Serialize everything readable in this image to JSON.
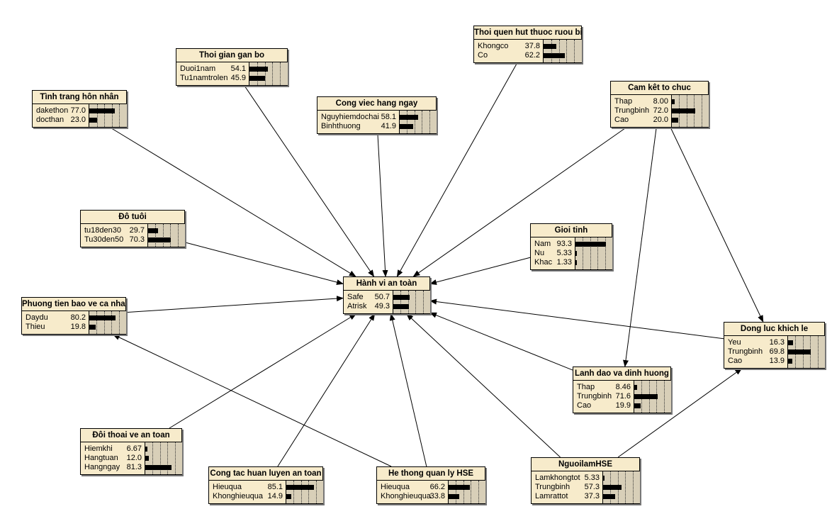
{
  "nodes": {
    "tinh_trang_hon_nhan": {
      "title": "Tình trang hôn nhân",
      "states": [
        {
          "name": "dakethon",
          "value": "77.0",
          "pct": 77.0
        },
        {
          "name": "docthan",
          "value": "23.0",
          "pct": 23.0
        }
      ]
    },
    "thoi_gian_gan_bo": {
      "title": "Thoi gian gan bo",
      "states": [
        {
          "name": "Duoi1nam",
          "value": "54.1",
          "pct": 54.1
        },
        {
          "name": "Tu1namtrolen",
          "value": "45.9",
          "pct": 45.9
        }
      ]
    },
    "cong_viec_hang_ngay": {
      "title": "Cong viec hang ngay",
      "states": [
        {
          "name": "Nguyhiemdochai",
          "value": "58.1",
          "pct": 58.1
        },
        {
          "name": "Binhthuong",
          "value": "41.9",
          "pct": 41.9
        }
      ]
    },
    "thoi_quen_hut_thuoc": {
      "title": "Thoi quen hut thuoc ruou bia",
      "states": [
        {
          "name": "Khongco",
          "value": "37.8",
          "pct": 37.8
        },
        {
          "name": "Co",
          "value": "62.2",
          "pct": 62.2
        }
      ]
    },
    "cam_ket_to_chuc": {
      "title": "Cam kêt to chuc",
      "states": [
        {
          "name": "Thap",
          "value": "8.00",
          "pct": 8.0
        },
        {
          "name": "Trungbinh",
          "value": "72.0",
          "pct": 72.0
        },
        {
          "name": "Cao",
          "value": "20.0",
          "pct": 20.0
        }
      ]
    },
    "do_tuoi": {
      "title": "Đô tuôi",
      "states": [
        {
          "name": "tu18den30",
          "value": "29.7",
          "pct": 29.7
        },
        {
          "name": "Tu30den50",
          "value": "70.3",
          "pct": 70.3
        }
      ]
    },
    "gioi_tinh": {
      "title": "Gioi tinh",
      "states": [
        {
          "name": "Nam",
          "value": "93.3",
          "pct": 93.3
        },
        {
          "name": "Nu",
          "value": "5.33",
          "pct": 5.33
        },
        {
          "name": "Khac",
          "value": "1.33",
          "pct": 1.33
        }
      ]
    },
    "hanh_vi_an_toan": {
      "title": "Hành vi an toàn",
      "states": [
        {
          "name": "Safe",
          "value": "50.7",
          "pct": 50.7
        },
        {
          "name": "Atrisk",
          "value": "49.3",
          "pct": 49.3
        }
      ]
    },
    "phuong_tien_bao_ve": {
      "title": "Phuong tien bao ve ca nhan",
      "states": [
        {
          "name": "Daydu",
          "value": "80.2",
          "pct": 80.2
        },
        {
          "name": "Thieu",
          "value": "19.8",
          "pct": 19.8
        }
      ]
    },
    "dong_luc_khich_le": {
      "title": "Dong luc khich le",
      "states": [
        {
          "name": "Yeu",
          "value": "16.3",
          "pct": 16.3
        },
        {
          "name": "Trungbinh",
          "value": "69.8",
          "pct": 69.8
        },
        {
          "name": "Cao",
          "value": "13.9",
          "pct": 13.9
        }
      ]
    },
    "lanh_dao_dinh_huong": {
      "title": "Lanh dao va dinh huong",
      "states": [
        {
          "name": "Thap",
          "value": "8.46",
          "pct": 8.46
        },
        {
          "name": "Trungbinh",
          "value": "71.6",
          "pct": 71.6
        },
        {
          "name": "Cao",
          "value": "19.9",
          "pct": 19.9
        }
      ]
    },
    "doi_thoai_an_toan": {
      "title": "Đôi thoai ve an toan",
      "states": [
        {
          "name": "Hiemkhi",
          "value": "6.67",
          "pct": 6.67
        },
        {
          "name": "Hangtuan",
          "value": "12.0",
          "pct": 12.0
        },
        {
          "name": "Hangngay",
          "value": "81.3",
          "pct": 81.3
        }
      ]
    },
    "cong_tac_huan_luyen": {
      "title": "Cong tac huan luyen an toan",
      "states": [
        {
          "name": "Hieuqua",
          "value": "85.1",
          "pct": 85.1
        },
        {
          "name": "Khonghieuqua",
          "value": "14.9",
          "pct": 14.9
        }
      ]
    },
    "he_thong_quan_ly_hse": {
      "title": "He thong quan ly HSE",
      "states": [
        {
          "name": "Hieuqua",
          "value": "66.2",
          "pct": 66.2
        },
        {
          "name": "Khonghieuqua",
          "value": "33.8",
          "pct": 33.8
        }
      ]
    },
    "nguoi_lam_hse": {
      "title": "NguoilamHSE",
      "states": [
        {
          "name": "Lamkhongtot",
          "value": "5.33",
          "pct": 5.33
        },
        {
          "name": "Trungbinh",
          "value": "57.3",
          "pct": 57.3
        },
        {
          "name": "Lamrattot",
          "value": "37.3",
          "pct": 37.3
        }
      ]
    }
  },
  "edges": [
    {
      "from": "tinh_trang_hon_nhan",
      "to": "hanh_vi_an_toan"
    },
    {
      "from": "thoi_gian_gan_bo",
      "to": "hanh_vi_an_toan"
    },
    {
      "from": "cong_viec_hang_ngay",
      "to": "hanh_vi_an_toan"
    },
    {
      "from": "thoi_quen_hut_thuoc",
      "to": "hanh_vi_an_toan"
    },
    {
      "from": "cam_ket_to_chuc",
      "to": "hanh_vi_an_toan"
    },
    {
      "from": "cam_ket_to_chuc",
      "to": "lanh_dao_dinh_huong"
    },
    {
      "from": "cam_ket_to_chuc",
      "to": "dong_luc_khich_le"
    },
    {
      "from": "do_tuoi",
      "to": "hanh_vi_an_toan"
    },
    {
      "from": "gioi_tinh",
      "to": "hanh_vi_an_toan"
    },
    {
      "from": "phuong_tien_bao_ve",
      "to": "hanh_vi_an_toan"
    },
    {
      "from": "dong_luc_khich_le",
      "to": "hanh_vi_an_toan"
    },
    {
      "from": "lanh_dao_dinh_huong",
      "to": "hanh_vi_an_toan"
    },
    {
      "from": "doi_thoai_an_toan",
      "to": "hanh_vi_an_toan"
    },
    {
      "from": "cong_tac_huan_luyen",
      "to": "hanh_vi_an_toan"
    },
    {
      "from": "he_thong_quan_ly_hse",
      "to": "hanh_vi_an_toan"
    },
    {
      "from": "he_thong_quan_ly_hse",
      "to": "phuong_tien_bao_ve"
    },
    {
      "from": "nguoi_lam_hse",
      "to": "hanh_vi_an_toan"
    },
    {
      "from": "nguoi_lam_hse",
      "to": "dong_luc_khich_le"
    }
  ]
}
